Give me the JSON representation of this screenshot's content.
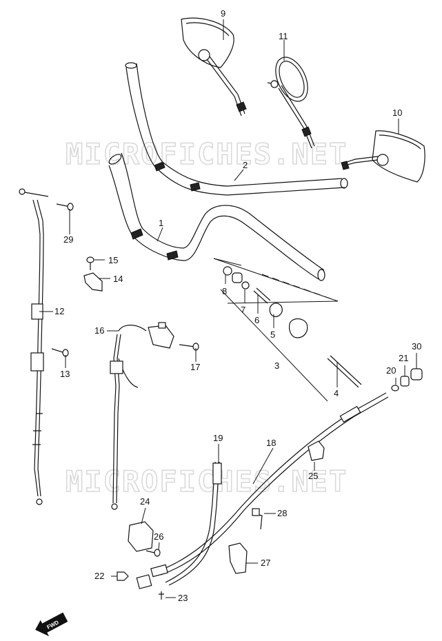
{
  "watermark": "MICROFICHES.NET",
  "fwd_label": "FWD",
  "callouts": [
    {
      "id": "c1",
      "label": "1"
    },
    {
      "id": "c2",
      "label": "2"
    },
    {
      "id": "c3",
      "label": "3"
    },
    {
      "id": "c4",
      "label": "4"
    },
    {
      "id": "c5",
      "label": "5"
    },
    {
      "id": "c6",
      "label": "6"
    },
    {
      "id": "c7",
      "label": "7"
    },
    {
      "id": "c8",
      "label": "8"
    },
    {
      "id": "c9",
      "label": "9"
    },
    {
      "id": "c10",
      "label": "10"
    },
    {
      "id": "c11",
      "label": "11"
    },
    {
      "id": "c12",
      "label": "12"
    },
    {
      "id": "c13",
      "label": "13"
    },
    {
      "id": "c14",
      "label": "14"
    },
    {
      "id": "c15",
      "label": "15"
    },
    {
      "id": "c16",
      "label": "16"
    },
    {
      "id": "c17",
      "label": "17"
    },
    {
      "id": "c18",
      "label": "18"
    },
    {
      "id": "c19",
      "label": "19"
    },
    {
      "id": "c20",
      "label": "20"
    },
    {
      "id": "c21",
      "label": "21"
    },
    {
      "id": "c22",
      "label": "22"
    },
    {
      "id": "c23",
      "label": "23"
    },
    {
      "id": "c24",
      "label": "24"
    },
    {
      "id": "c25",
      "label": "25"
    },
    {
      "id": "c26",
      "label": "26"
    },
    {
      "id": "c27",
      "label": "27"
    },
    {
      "id": "c28",
      "label": "28"
    },
    {
      "id": "c29",
      "label": "29"
    },
    {
      "id": "c30",
      "label": "30"
    }
  ]
}
